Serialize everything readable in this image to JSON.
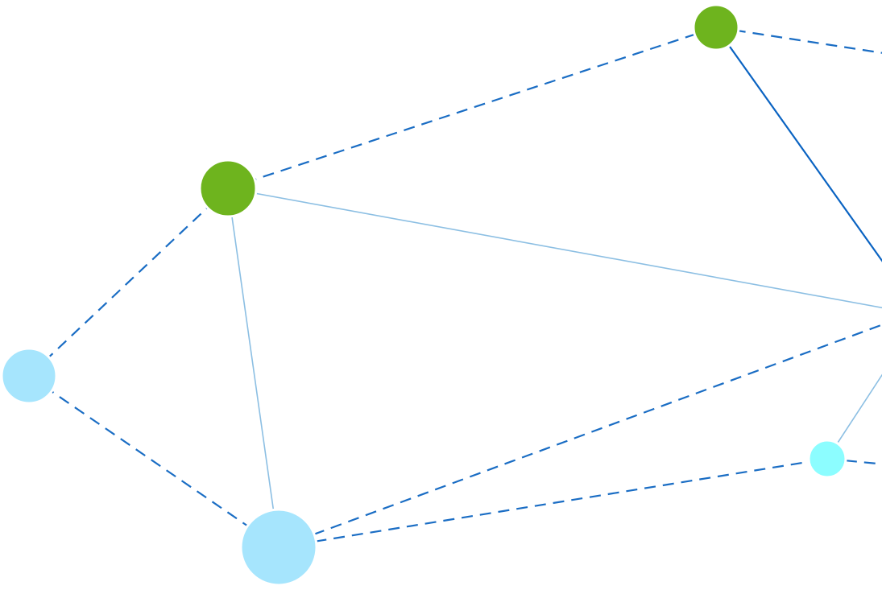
{
  "diagram": {
    "colors": {
      "background": "#ffffff",
      "dashed_edge": "#1a6dc4",
      "solid_dark_edge": "#0a63c2",
      "solid_light_edge": "#8cbfe3",
      "node_green": "#6eb41e",
      "node_light_blue": "#a6e5fd",
      "node_cyan": "#8cfdff"
    },
    "nodes": [
      {
        "id": "green-top-right",
        "color": "node_green"
      },
      {
        "id": "green-left",
        "color": "node_green"
      },
      {
        "id": "light-blue-left",
        "color": "node_light_blue"
      },
      {
        "id": "light-blue-bottom",
        "color": "node_light_blue"
      },
      {
        "id": "cyan-small",
        "color": "node_cyan"
      }
    ],
    "edges": [
      {
        "from": "green-left",
        "to": "green-top-right",
        "style": "dashed"
      },
      {
        "from": "green-top-right",
        "to": "offscreen-top-right",
        "style": "dashed"
      },
      {
        "from": "green-top-right",
        "to": "offscreen-right",
        "style": "solid-dark"
      },
      {
        "from": "green-left",
        "to": "offscreen-right",
        "style": "solid-light"
      },
      {
        "from": "green-left",
        "to": "light-blue-left",
        "style": "dashed"
      },
      {
        "from": "green-left",
        "to": "light-blue-bottom",
        "style": "solid-light"
      },
      {
        "from": "light-blue-left",
        "to": "light-blue-bottom",
        "style": "dashed"
      },
      {
        "from": "light-blue-bottom",
        "to": "offscreen-right",
        "style": "dashed"
      },
      {
        "from": "light-blue-bottom",
        "to": "cyan-small",
        "style": "dashed"
      },
      {
        "from": "cyan-small",
        "to": "offscreen-right",
        "style": "solid-light"
      },
      {
        "from": "cyan-small",
        "to": "offscreen-bottom-right",
        "style": "dashed"
      }
    ]
  }
}
